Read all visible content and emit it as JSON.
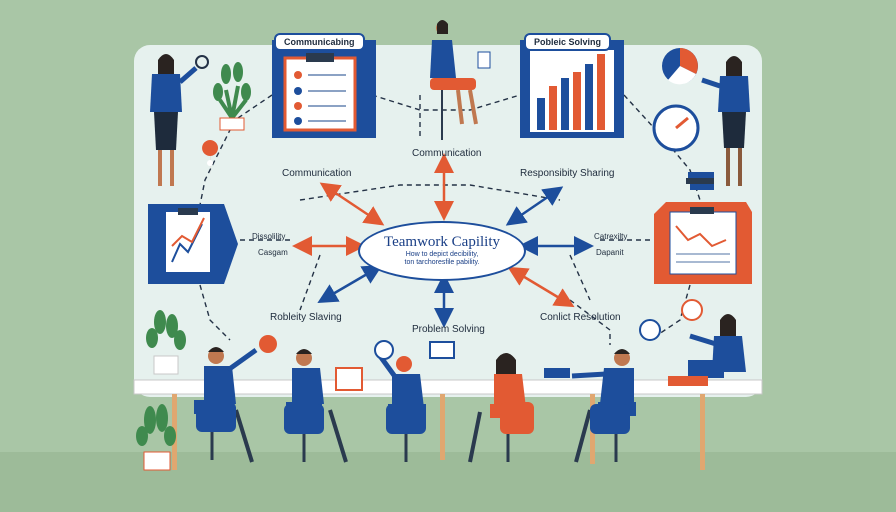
{
  "title": "Teamwork Capility",
  "subtitle_lines": [
    "How to depict decibility,",
    "ton tarchoresfile pability."
  ],
  "tabs": {
    "left": "Communicabing",
    "right": "Pobleic Solving"
  },
  "labels": {
    "communication_left": "Communication",
    "communication_top": "Communication",
    "responsibility": "Responsibity Sharing",
    "left_1": "Dissolility",
    "left_2": "Casgam",
    "right_1": "Catrexilty",
    "right_2": "Dapanit",
    "bottom_left": "Robleity Slaving",
    "bottom_center": "Problem Solving",
    "bottom_right": "Conlict Resolution"
  },
  "colors": {
    "blue": "#1d4e9c",
    "orange": "#e25a33",
    "panel": "#e6f1ee",
    "bg": "#a9c6a6"
  }
}
